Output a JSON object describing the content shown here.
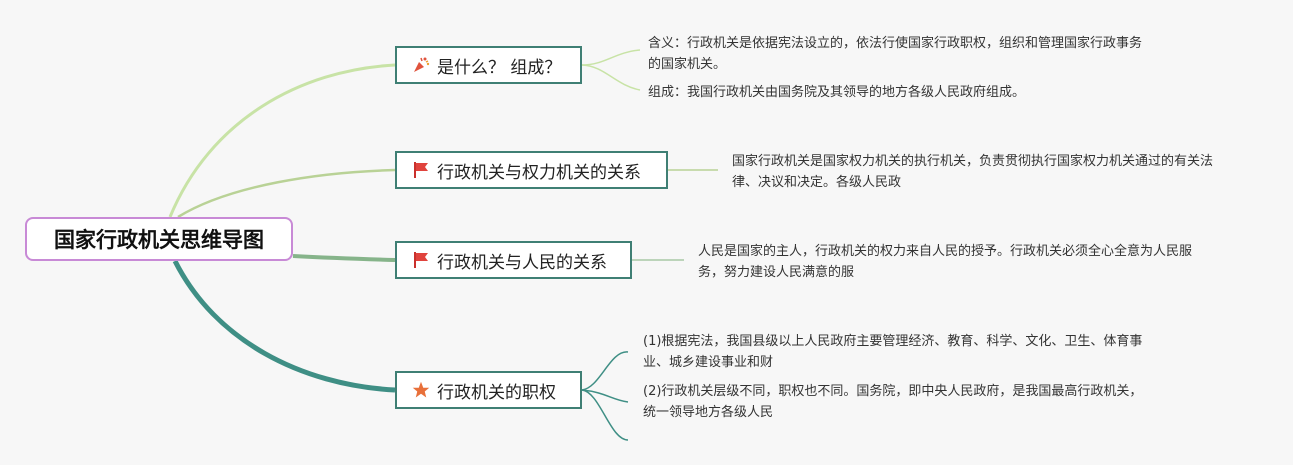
{
  "root": {
    "title": "国家行政机关思维导图"
  },
  "topics": [
    {
      "label": "是什么？ 组成？",
      "icon": "confetti-icon",
      "notes": [
        "含义：行政机关是依据宪法设立的，依法行使国家行政职权，组织和管理国家行政事务的国家机关。",
        "组成：我国行政机关由国务院及其领导的地方各级人民政府组成。"
      ]
    },
    {
      "label": "行政机关与权力机关的关系",
      "icon": "red-flag-icon",
      "notes": [
        "国家行政机关是国家权力机关的执行机关，负责贯彻执行国家权力机关通过的有关法律、决议和决定。各级人民政"
      ]
    },
    {
      "label": "行政机关与人民的关系",
      "icon": "red-flag-icon",
      "notes": [
        "人民是国家的主人，行政机关的权力来自人民的授予。行政机关必须全心全意为人民服务，努力建设人民满意的服"
      ]
    },
    {
      "label": "行政机关的职权",
      "icon": "star-icon",
      "notes": [
        "(1)根据宪法，我国县级以上人民政府主要管理经济、教育、科学、文化、卫生、体育事业、城乡建设事业和财",
        "(2)行政机关层级不同，职权也不同。国务院，即中央人民政府，是我国最高行政机关，统一领导地方各级人民"
      ]
    }
  ],
  "colors": {
    "branch1": "#c5e0a0",
    "branch2": "#b7cf92",
    "branch3": "#8fb88f",
    "branch4": "#3f8f85",
    "topic_border": "#3f7f74",
    "root_border": "#c88ad6"
  }
}
